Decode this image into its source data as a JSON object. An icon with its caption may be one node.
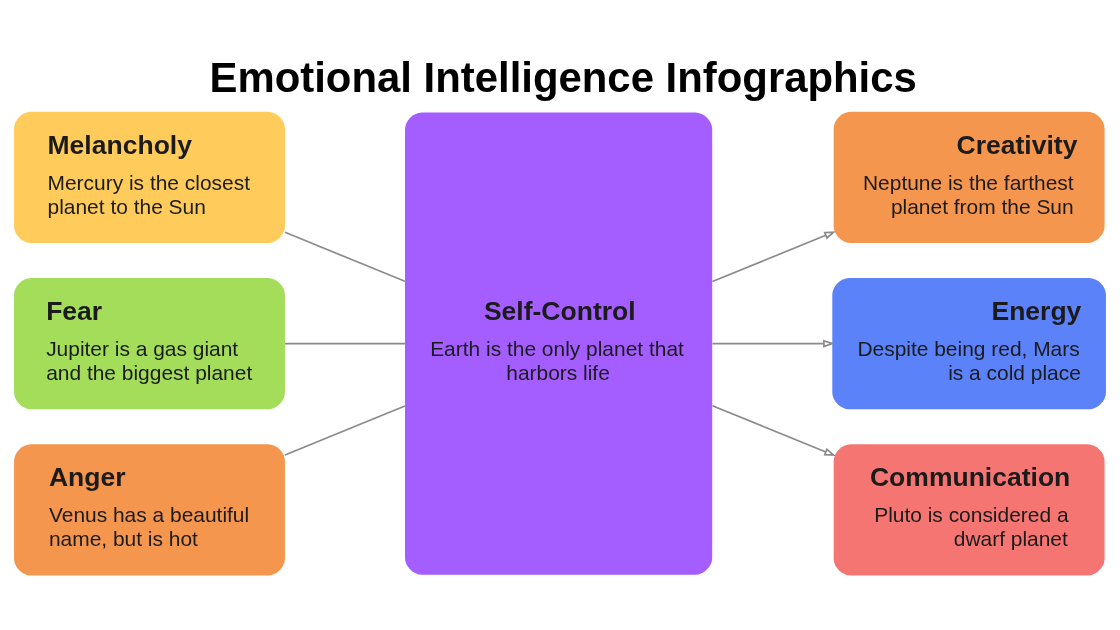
{
  "diagram": {
    "title": "Emotional Intelligence Infographics",
    "nodes": [
      {
        "text": [
          "Melancholy",
          "Mercury is the closest planet to the Sun"
        ]
      },
      {
        "text": [
          "Fear",
          "Jupiter is a gas giant and the biggest planet"
        ]
      },
      {
        "text": [
          "Anger",
          "Venus has a beautiful name, but is hot"
        ]
      },
      {
        "text": [
          "Self-Control",
          "Earth is the only planet that harbors life"
        ]
      },
      {
        "text": [
          "Creativity",
          "Neptune is the farthest planet from the Sun"
        ]
      },
      {
        "text": [
          "Energy",
          "Despite being red, Mars is a cold place"
        ]
      },
      {
        "text": [
          "Communication",
          "Pluto is considered a dwarf planet"
        ]
      }
    ],
    "edges": [
      {
        "from": 0,
        "to": 3,
        "arrow": "none"
      },
      {
        "from": 1,
        "to": 3,
        "arrow": "none"
      },
      {
        "from": 2,
        "to": 3,
        "arrow": "none"
      },
      {
        "from": 3,
        "to": 4,
        "arrow": "to"
      },
      {
        "from": 3,
        "to": 5,
        "arrow": "to"
      },
      {
        "from": 3,
        "to": 6,
        "arrow": "to"
      }
    ]
  }
}
